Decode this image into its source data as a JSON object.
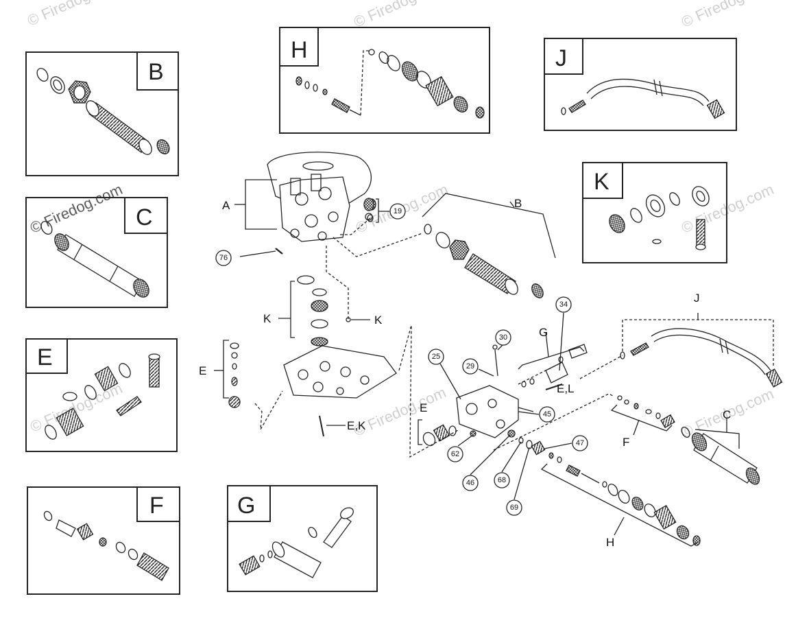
{
  "watermarks": [
    "© Firedog.com",
    "© Firedog.com",
    "© Firedog.com",
    "© Firedog.com",
    "© Firedog.com",
    "© Firedog.com",
    "© Firedog.com",
    "© Firedog.com",
    "© Firedog.com"
  ],
  "inset_panels": {
    "B": "B",
    "C": "C",
    "E": "E",
    "F": "F",
    "G": "G",
    "H": "H",
    "J": "J",
    "K": "K"
  },
  "callouts": [
    "19",
    "76",
    "25",
    "29",
    "30",
    "34",
    "45",
    "46",
    "47",
    "62",
    "68",
    "69"
  ],
  "assembly_labels": {
    "A": "A",
    "B": "B",
    "K": "K",
    "K2": "K",
    "E": "E",
    "EK": "E,K",
    "J": "J",
    "G": "G",
    "EL": "E,L",
    "C": "C",
    "F": "F",
    "E2": "E",
    "H": "H"
  }
}
